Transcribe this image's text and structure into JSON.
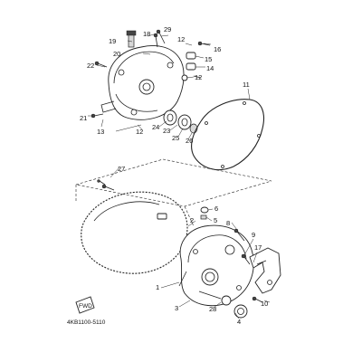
{
  "callouts": {
    "c1": "1",
    "c2": "2",
    "c3": "3",
    "c4": "4",
    "c5": "5",
    "c6": "6",
    "c7": "7",
    "c8": "8",
    "c9": "9",
    "c10": "10",
    "c11": "11",
    "c12a": "12",
    "c12b": "12",
    "c13": "13",
    "c14": "14",
    "c15": "15",
    "c16": "16",
    "c17": "17",
    "c18": "18",
    "c19": "19",
    "c20": "20",
    "c21": "21",
    "c22": "22",
    "c23": "23",
    "c24": "24",
    "c25": "25",
    "c26": "26",
    "c27": "27",
    "c28": "28",
    "c29": "29"
  },
  "arrow_badge": "FWD",
  "diagram_code": "4KB1100-5110"
}
